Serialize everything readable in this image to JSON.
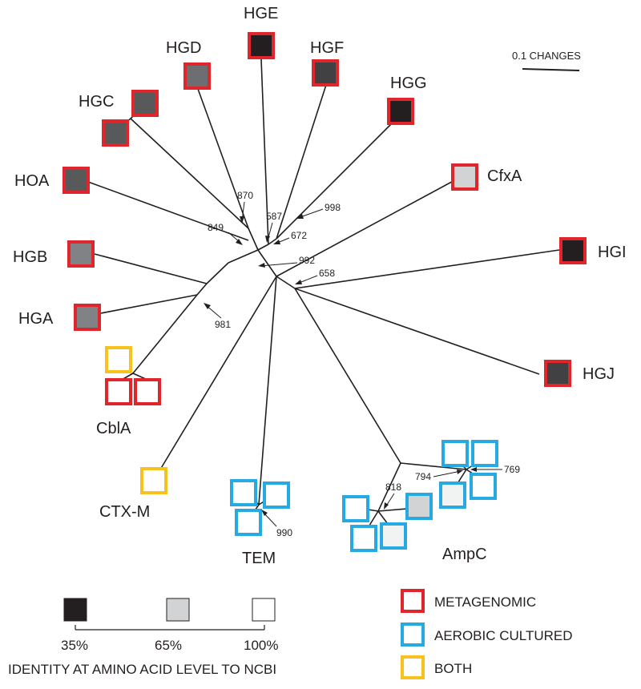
{
  "scale_bar": {
    "label": "0.1 CHANGES"
  },
  "leaf_labels": {
    "HGE": "HGE",
    "HGD": "HGD",
    "HGF": "HGF",
    "HGG": "HGG",
    "HGC": "HGC",
    "CfxA": "CfxA",
    "HOA": "HOA",
    "HGI": "HGI",
    "HGB": "HGB",
    "HGA": "HGA",
    "HGJ": "HGJ",
    "CblA": "CblA",
    "CTX_M": "CTX-M",
    "TEM": "TEM",
    "AmpC": "AmpC"
  },
  "bootstrap": {
    "b870": "870",
    "b849": "849",
    "b587": "587",
    "b998": "998",
    "b672": "672",
    "b992": "992",
    "b658": "658",
    "b981": "981",
    "b769": "769",
    "b794": "794",
    "b818": "818",
    "b990": "990"
  },
  "identity_legend": {
    "ticks": [
      "35%",
      "65%",
      "100%"
    ],
    "title": "IDENTITY AT AMINO ACID LEVEL TO NCBI"
  },
  "source_legend": [
    {
      "label": "METAGENOMIC",
      "color": "#e0262b"
    },
    {
      "label": "AEROBIC CULTURED",
      "color": "#27aae1"
    },
    {
      "label": "BOTH",
      "color": "#f7c21e"
    }
  ],
  "colors": {
    "metagenomic": "#e0262b",
    "aerobic_cultured": "#27aae1",
    "both": "#f7c21e",
    "identity_35": "#231f20",
    "identity_65": "#d1d3d4",
    "identity_100": "#ffffff"
  }
}
